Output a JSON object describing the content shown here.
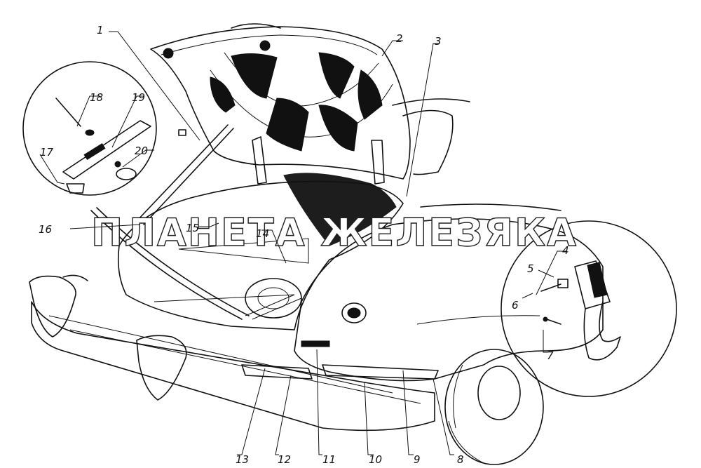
{
  "watermark": "ПЛАНЕТА ЖЕЛЕЗЯКА",
  "callouts": [
    {
      "id": "c1",
      "label": "1"
    },
    {
      "id": "c2",
      "label": "2"
    },
    {
      "id": "c3",
      "label": "3"
    },
    {
      "id": "c4",
      "label": "4"
    },
    {
      "id": "c5",
      "label": "5"
    },
    {
      "id": "c6",
      "label": "6"
    },
    {
      "id": "c7",
      "label": "7"
    },
    {
      "id": "c8",
      "label": "8"
    },
    {
      "id": "c9",
      "label": "9"
    },
    {
      "id": "c10",
      "label": "10"
    },
    {
      "id": "c11",
      "label": "11"
    },
    {
      "id": "c12",
      "label": "12"
    },
    {
      "id": "c13",
      "label": "13"
    },
    {
      "id": "c14",
      "label": "14"
    },
    {
      "id": "c15",
      "label": "15"
    },
    {
      "id": "c16",
      "label": "16"
    },
    {
      "id": "c17",
      "label": "17"
    },
    {
      "id": "c18",
      "label": "18"
    },
    {
      "id": "c19",
      "label": "19"
    },
    {
      "id": "c20",
      "label": "20"
    }
  ]
}
